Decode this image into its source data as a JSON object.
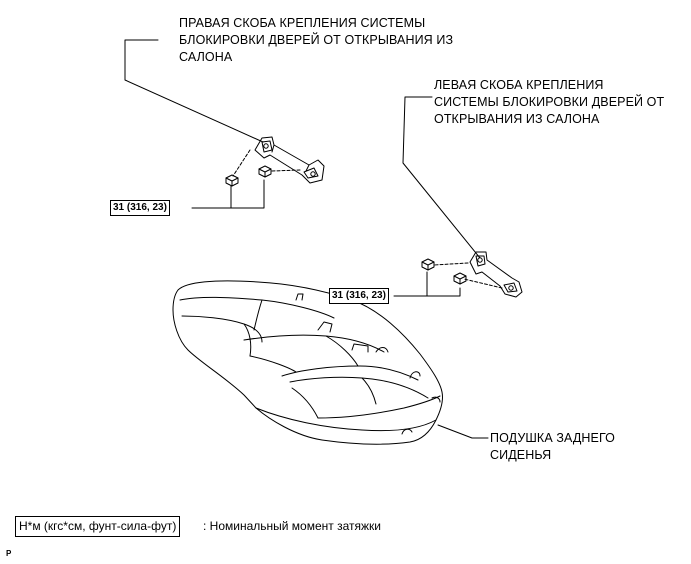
{
  "labels": {
    "right_bracket": [
      "ПРАВАЯ СКОБА КРЕПЛЕНИЯ СИСТЕМЫ",
      "БЛОКИРОВКИ ДВЕРЕЙ ОТ ОТКРЫВАНИЯ ИЗ",
      "САЛОНА"
    ],
    "left_bracket": [
      "ЛЕВАЯ СКОБА КРЕПЛЕНИЯ",
      "СИСТЕМЫ БЛОКИРОВКИ ДВЕРЕЙ ОТ",
      "ОТКРЫВАНИЯ ИЗ САЛОНА"
    ],
    "cushion": [
      "ПОДУШКА ЗАДНЕГО",
      "СИДЕНЬЯ"
    ]
  },
  "torque": {
    "right": "31 (316, 23)",
    "left": "31 (316, 23)"
  },
  "legend": {
    "unit": "Н*м (кгс*см, фунт-сила-фут)",
    "description": ": Номинальный момент затяжки"
  },
  "figure_code": "P"
}
